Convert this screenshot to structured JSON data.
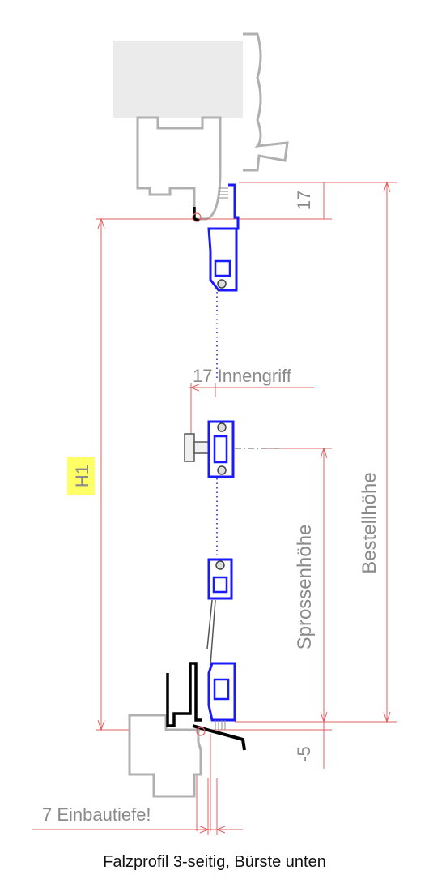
{
  "caption": "Falzprofil 3-seitig, Bürste unten",
  "dimensions": {
    "top_gap": "17",
    "inner_handle": "17 Innengriff",
    "height_label": "H1",
    "order_height": "Bestellhöhe",
    "rung_height": "Sprossenhöhe",
    "bottom_offset": "-5",
    "install_depth": "7 Einbautiefe!"
  },
  "colors": {
    "dimension_line": "#e06060",
    "profile_blue": "#1a1aff",
    "frame_gray": "#b0b0b0",
    "frame_fill": "#f0f0f0",
    "text_gray": "#8a8a8a",
    "highlight": "#ffff66",
    "black_profile": "#000000"
  }
}
